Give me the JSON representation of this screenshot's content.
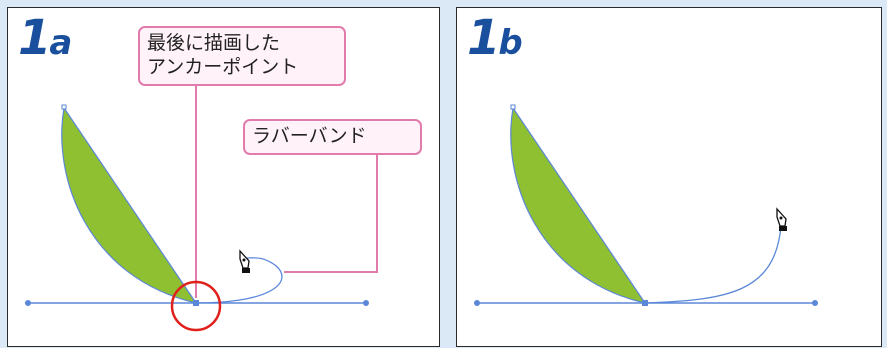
{
  "panels": [
    {
      "id": "a",
      "label_number": "1",
      "label_letter": "a"
    },
    {
      "id": "b",
      "label_number": "1",
      "label_letter": "b"
    }
  ],
  "callouts": {
    "last_anchor": {
      "line1": "最後に描画した",
      "line2": "アンカーポイント"
    },
    "rubber_band": {
      "text": "ラバーバンド"
    }
  },
  "colors": {
    "background": "#dbe9f7",
    "panel_border": "#2a2a2a",
    "label": "#1a4f9e",
    "fill": "#8fc031",
    "path": "#5b87d8",
    "callout_border": "#e07bab",
    "callout_fill": "#fff2f8",
    "highlight_circle": "#e0201b"
  },
  "icons": [
    "pen-tool-cursor-icon"
  ]
}
